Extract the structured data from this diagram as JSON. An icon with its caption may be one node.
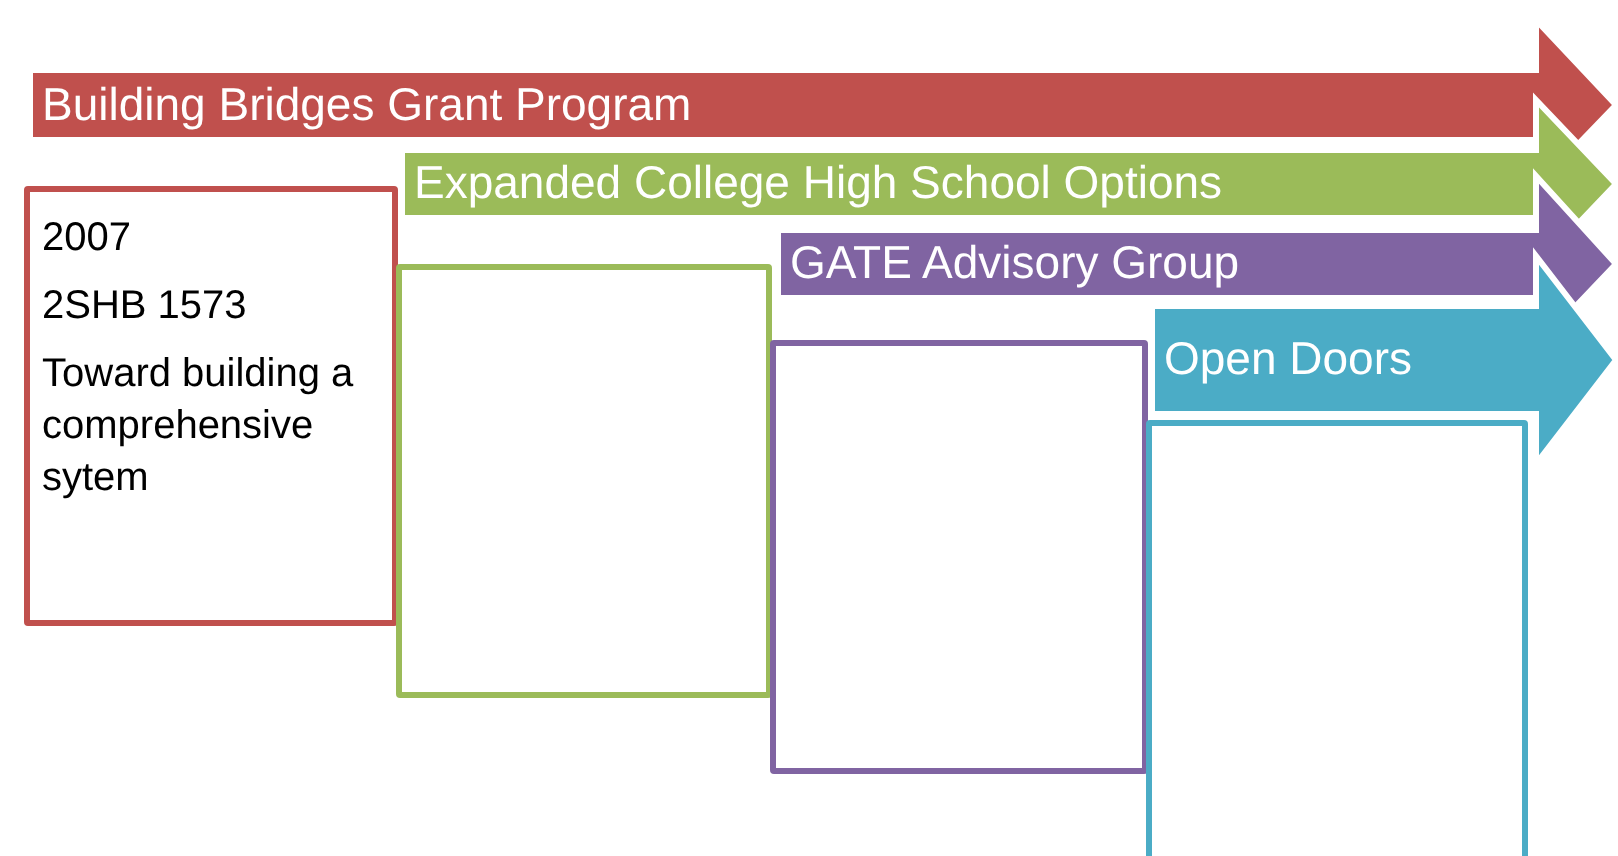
{
  "diagram": {
    "nodes": [
      {
        "text": [
          "Building Bridges Grant Program"
        ]
      },
      {
        "text": [
          "2007",
          "2SHB 1573",
          "Toward building a comprehensive sytem"
        ]
      },
      {
        "text": [
          "Expanded College High School Options"
        ]
      },
      {
        "text": [],
        "shape": "box"
      },
      {
        "text": [
          "GATE Advisory Group"
        ]
      },
      {
        "text": [],
        "shape": "box"
      },
      {
        "text": [
          "Open Doors"
        ]
      },
      {
        "text": [],
        "shape": "box"
      }
    ]
  }
}
